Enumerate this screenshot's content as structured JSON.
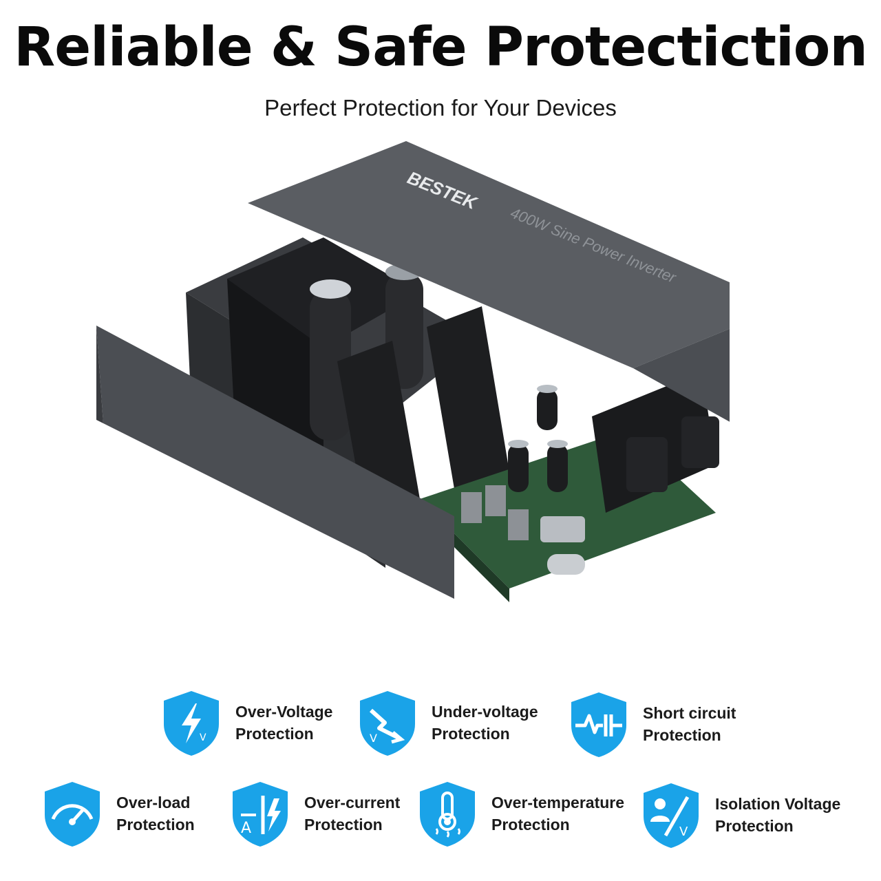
{
  "header": {
    "title": "Reliable & Safe Protectiction",
    "subtitle": "Perfect Protection for Your Devices"
  },
  "product": {
    "brand": "BESTEK",
    "lid_label": "400W Sine Power Inverter",
    "icon": "power-inverter-exploded-view"
  },
  "colors": {
    "shield": "#1aa3e8",
    "shield_dark": "#0c7fc4",
    "casing": "#4a4d52",
    "text": "#1b1b1b"
  },
  "features": [
    {
      "line1": "Over-Voltage",
      "line2": "Protection",
      "icon": "lightning-icon"
    },
    {
      "line1": "Under-voltage",
      "line2": "Protection",
      "icon": "voltage-drop-icon"
    },
    {
      "line1": "Short circuit",
      "line2": "Protection",
      "icon": "short-circuit-icon"
    },
    {
      "line1": "Over-load",
      "line2": "Protection",
      "icon": "gauge-icon"
    },
    {
      "line1": "Over-current",
      "line2": "Protection",
      "icon": "current-icon"
    },
    {
      "line1": "Over-temperature",
      "line2": "Protection",
      "icon": "thermometer-icon"
    },
    {
      "line1": "Isolation Voltage",
      "line2": "Protection",
      "icon": "isolation-icon"
    }
  ]
}
